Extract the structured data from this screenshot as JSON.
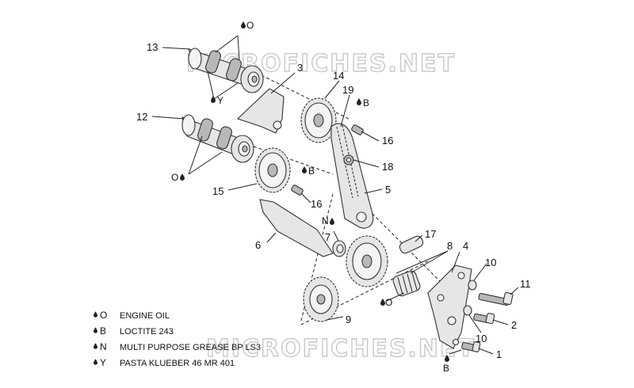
{
  "watermark": [
    "MICROFICHES.NET",
    "MICROFICHES.NET"
  ],
  "callouts": [
    {
      "id": "c13",
      "label": "13"
    },
    {
      "id": "c3",
      "label": "3"
    },
    {
      "id": "c14",
      "label": "14"
    },
    {
      "id": "c19",
      "label": "19"
    },
    {
      "id": "c12",
      "label": "12"
    },
    {
      "id": "c16a",
      "label": "16"
    },
    {
      "id": "c18",
      "label": "18"
    },
    {
      "id": "c5",
      "label": "5"
    },
    {
      "id": "c15",
      "label": "15"
    },
    {
      "id": "c16b",
      "label": "16"
    },
    {
      "id": "c7",
      "label": "7"
    },
    {
      "id": "c17",
      "label": "17"
    },
    {
      "id": "c6",
      "label": "6"
    },
    {
      "id": "c8",
      "label": "8"
    },
    {
      "id": "c4",
      "label": "4"
    },
    {
      "id": "c10a",
      "label": "10"
    },
    {
      "id": "c11",
      "label": "11"
    },
    {
      "id": "c9",
      "label": "9"
    },
    {
      "id": "c2",
      "label": "2"
    },
    {
      "id": "c10b",
      "label": "10"
    },
    {
      "id": "c1",
      "label": "1"
    }
  ],
  "markers": [
    {
      "id": "m_o_top",
      "code": "O"
    },
    {
      "id": "m_y",
      "code": "Y"
    },
    {
      "id": "m_o_left",
      "code": "O"
    },
    {
      "id": "m_b_top",
      "code": "B"
    },
    {
      "id": "m_b_mid",
      "code": "B"
    },
    {
      "id": "m_n",
      "code": "N"
    },
    {
      "id": "m_o_right",
      "code": "O"
    },
    {
      "id": "m_b_bottom",
      "code": "B"
    }
  ],
  "legend": [
    {
      "code": "O",
      "text": "ENGINE OIL"
    },
    {
      "code": "B",
      "text": "LOCTITE 243"
    },
    {
      "code": "N",
      "text": "MULTI PURPOSE GREASE BP LS3"
    },
    {
      "code": "Y",
      "text": "PASTA KLUEBER 46 MR 401"
    }
  ]
}
